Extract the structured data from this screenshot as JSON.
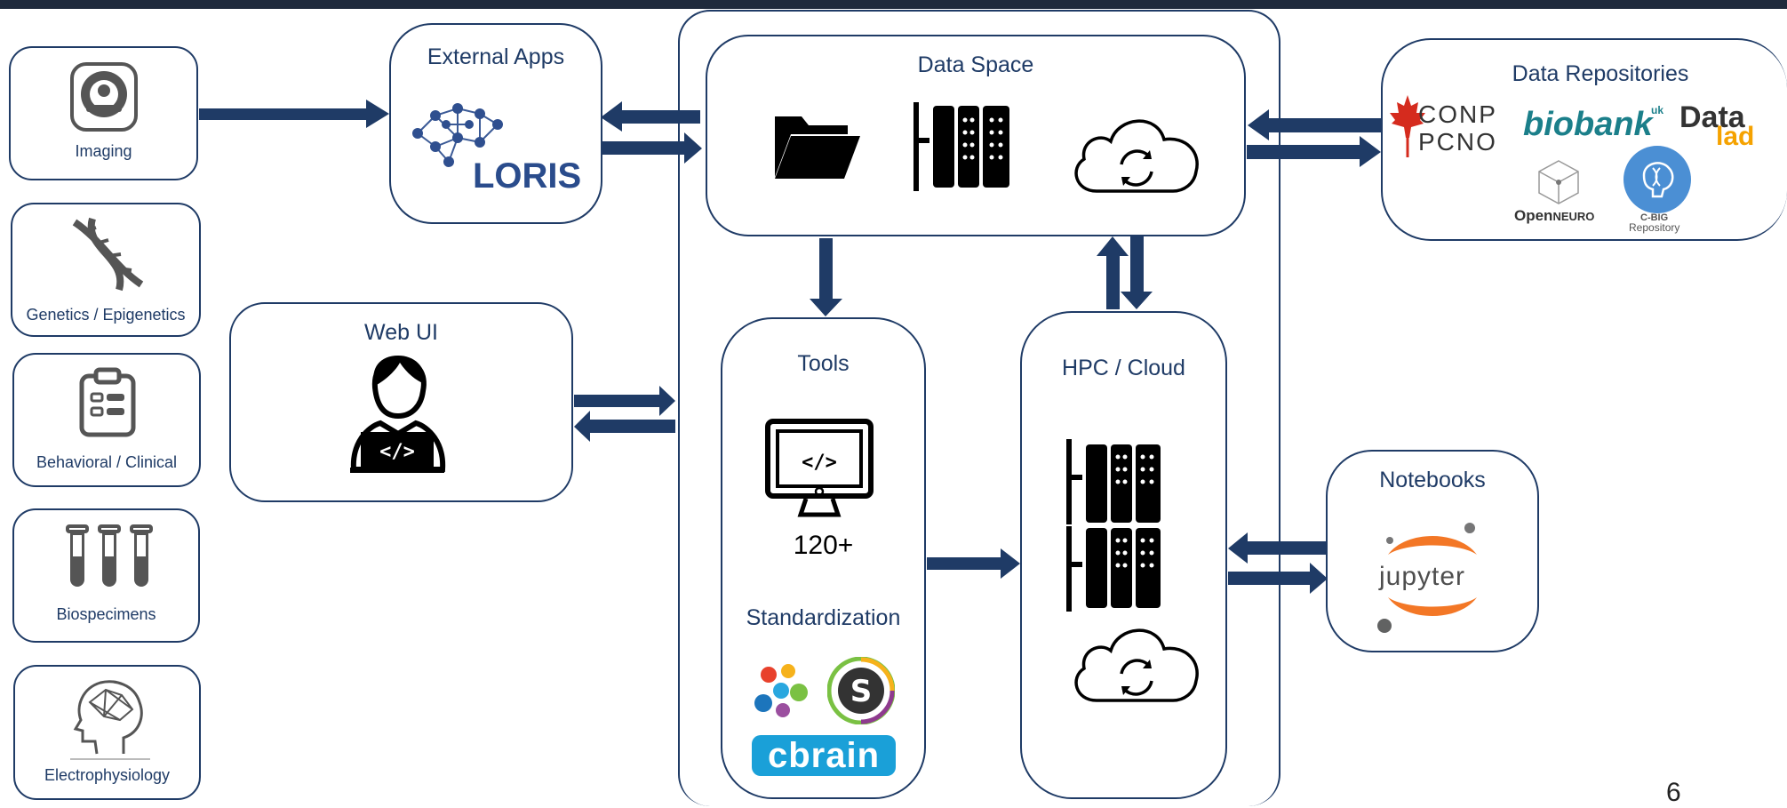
{
  "sources": [
    {
      "label": "Imaging",
      "icon": "mri-scanner-icon"
    },
    {
      "label": "Genetics / Epigenetics",
      "icon": "dna-icon"
    },
    {
      "label": "Behavioral / Clinical",
      "icon": "clipboard-icon"
    },
    {
      "label": "Biospecimens",
      "icon": "test-tubes-icon"
    },
    {
      "label": "Electrophysiology",
      "icon": "brain-head-icon"
    }
  ],
  "external_apps": {
    "title": "External Apps",
    "logo_text": "LORIS"
  },
  "web_ui": {
    "title": "Web UI"
  },
  "data_space": {
    "title": "Data Space"
  },
  "tools": {
    "title": "Tools",
    "count": "120+",
    "standardization": "Standardization",
    "cbrain": "cbrain"
  },
  "hpc": {
    "title": "HPC / Cloud"
  },
  "repositories": {
    "title": "Data Repositories",
    "conp_line1": "CONP",
    "conp_line2": "PCNO",
    "biobank": "biobank",
    "biobank_sup": "uk",
    "datalad_top": "Data",
    "datalad_bottom": "lad",
    "openneuro_a": "Open",
    "openneuro_b": "NEURO",
    "cbig_a": "C-BIG",
    "cbig_b": "Repository"
  },
  "notebooks": {
    "title": "Notebooks",
    "logo_text": "jupyter"
  },
  "page_number": "6",
  "colors": {
    "primary": "#1f3b66",
    "cbrain": "#1aa0d8",
    "jupyter": "#f37726",
    "conp_red": "#d52b1e",
    "biobank": "#1b7f8a",
    "datalad": "#f5a200"
  }
}
